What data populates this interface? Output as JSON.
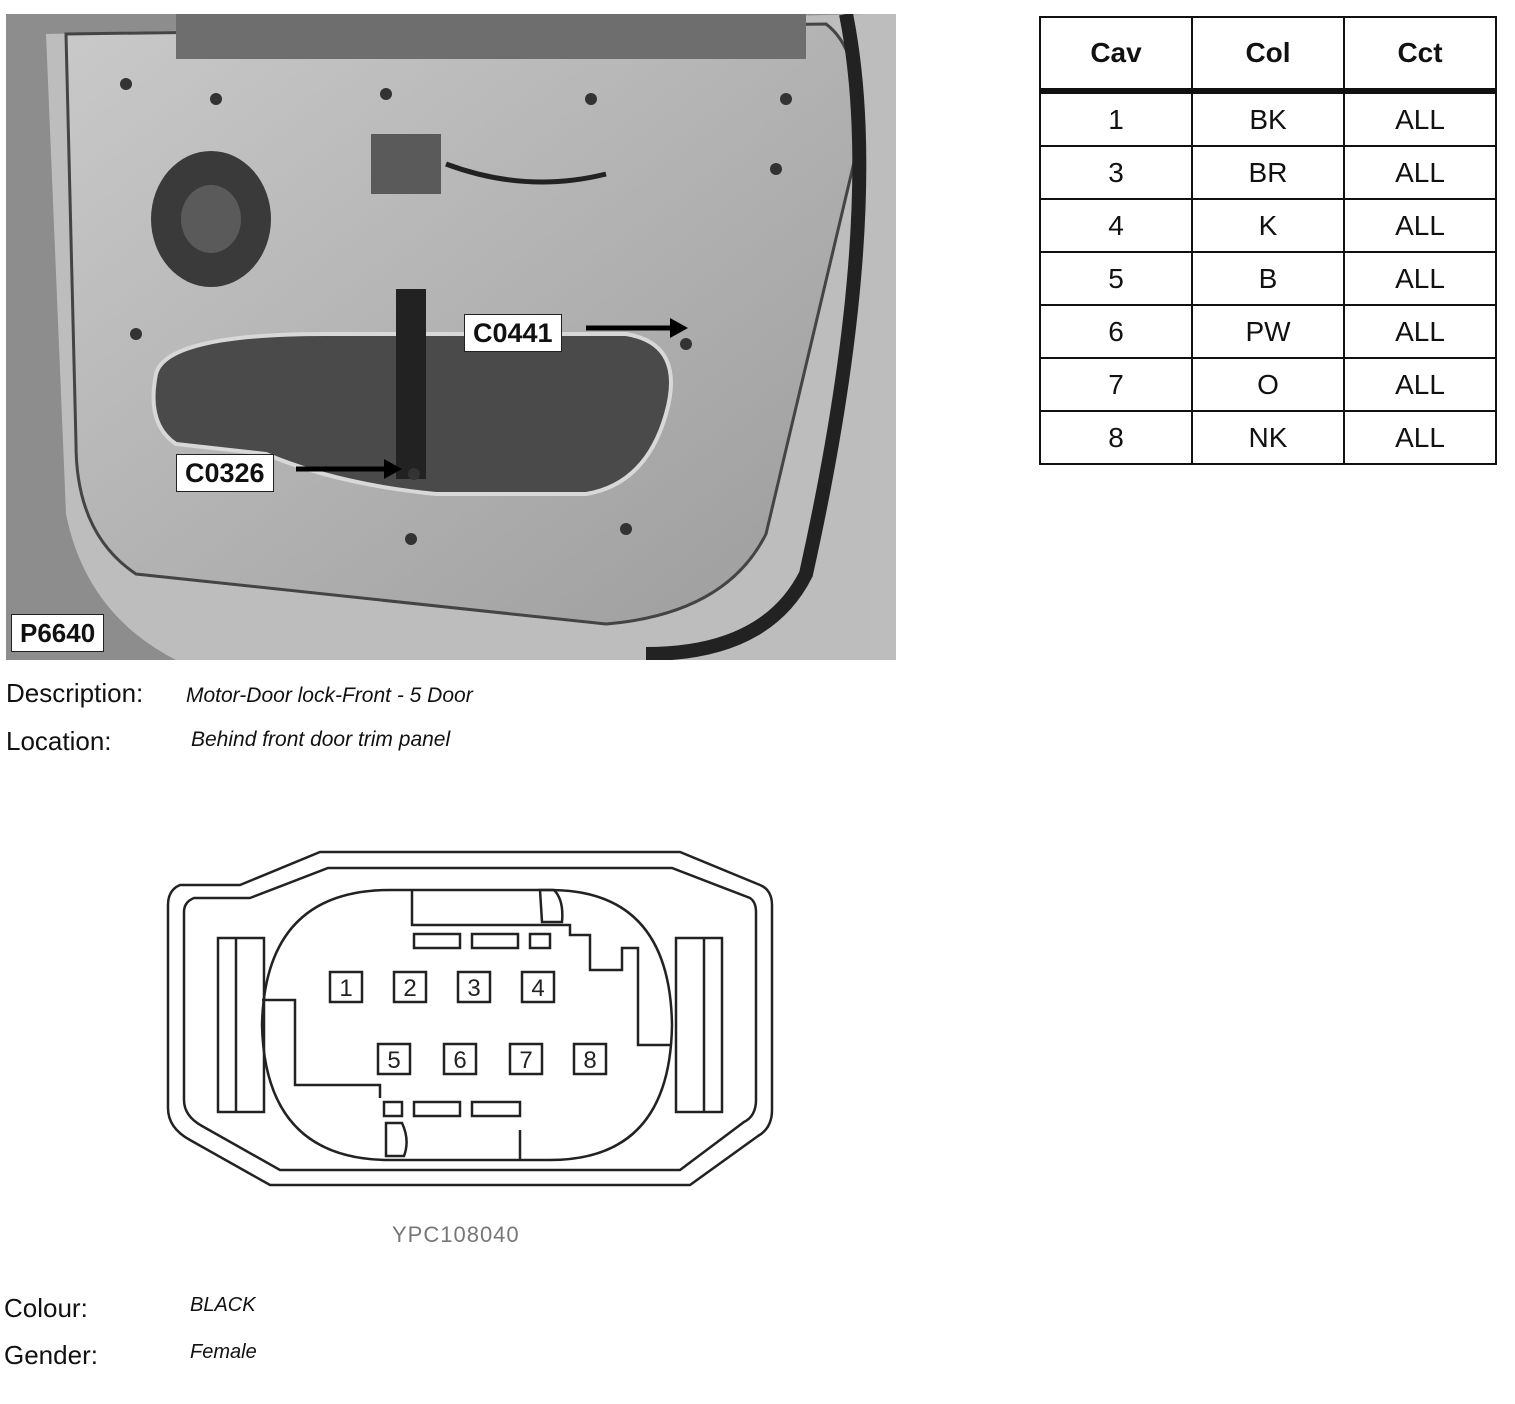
{
  "photo": {
    "figure_id": "P6640",
    "callouts": [
      "C0441",
      "C0326"
    ]
  },
  "table": {
    "headers": [
      "Cav",
      "Col",
      "Cct"
    ],
    "rows": [
      [
        "1",
        "BK",
        "ALL"
      ],
      [
        "3",
        "BR",
        "ALL"
      ],
      [
        "4",
        "K",
        "ALL"
      ],
      [
        "5",
        "B",
        "ALL"
      ],
      [
        "6",
        "PW",
        "ALL"
      ],
      [
        "7",
        "O",
        "ALL"
      ],
      [
        "8",
        "NK",
        "ALL"
      ]
    ]
  },
  "info": {
    "description_label": "Description:",
    "description_value": "Motor-Door lock-Front - 5 Door",
    "location_label": "Location:",
    "location_value": "Behind front door trim panel",
    "colour_label": "Colour:",
    "colour_value": "BLACK",
    "gender_label": "Gender:",
    "gender_value": "Female"
  },
  "connector": {
    "pins": [
      "1",
      "2",
      "3",
      "4",
      "5",
      "6",
      "7",
      "8"
    ],
    "part_number": "YPC108040"
  }
}
